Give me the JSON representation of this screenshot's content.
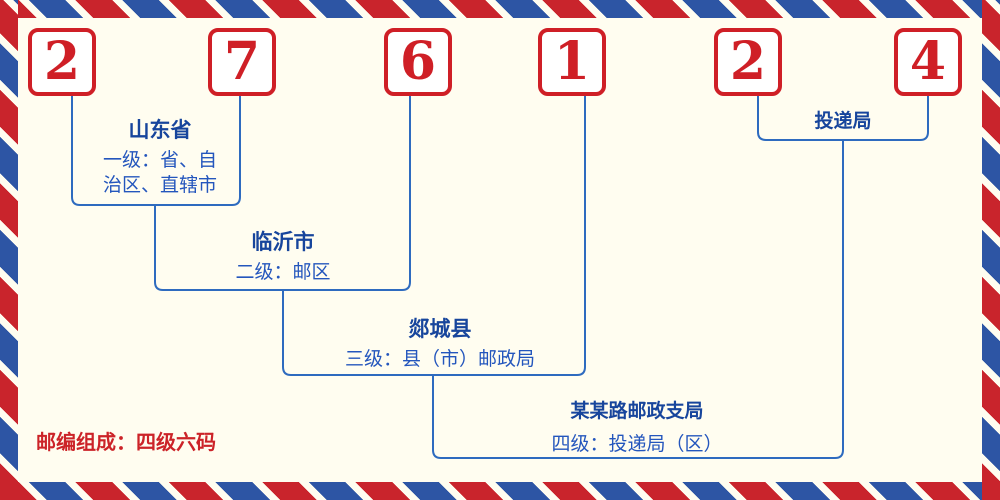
{
  "postal_code": "276124",
  "digits": [
    "2",
    "7",
    "6",
    "1",
    "2",
    "4"
  ],
  "levels": [
    {
      "name": "山东省",
      "desc": "一级：省、自治区、直辖市"
    },
    {
      "name": "临沂市",
      "desc": "二级：邮区"
    },
    {
      "name": "郯城县",
      "desc": "三级：县（市）邮政局"
    },
    {
      "name": "某某路邮政支局",
      "desc": "四级：投递局（区）"
    },
    {
      "name": "投递局",
      "desc": ""
    }
  ],
  "footer_note": "邮编组成：四级六码",
  "colors": {
    "digit_red": "#cf1f26",
    "stripe_red": "#c9242c",
    "stripe_blue": "#2d55a4",
    "connector_blue": "#2e6bbf",
    "name_blue": "#17459c",
    "desc_blue": "#2456bd",
    "note_red": "#cc2328",
    "background": "#fffdf0"
  }
}
